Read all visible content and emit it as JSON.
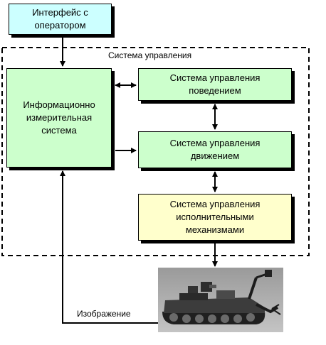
{
  "diagram": {
    "operator_box": {
      "label": "Интерфейс с\nоператором"
    },
    "control_system": {
      "label": "Система управления"
    },
    "info_system_box": {
      "label": "Информационно\nизмерительная\nсистема"
    },
    "behavior_box": {
      "label": "Система управления\nповедением"
    },
    "motion_box": {
      "label": "Система управления\nдвижением"
    },
    "actuators_box": {
      "label": "Система управления\nисполнительными\nмеханизмами"
    },
    "image_label": "Изображение"
  },
  "colors": {
    "operator_fill": "#ccffff",
    "block_fill": "#ccffcc",
    "actuator_fill": "#ffffcc"
  }
}
